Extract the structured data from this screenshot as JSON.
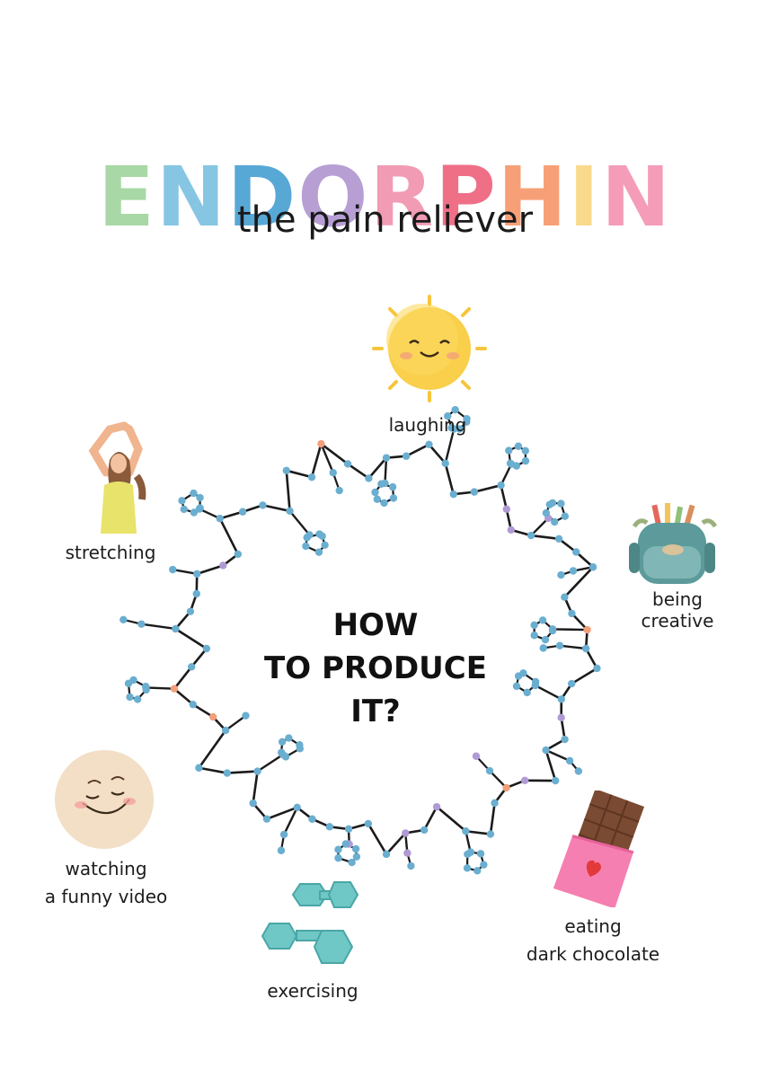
{
  "title": {
    "text": "ENDORPHIN",
    "letter_colors": [
      "#a8d8a5",
      "#86c6e3",
      "#58a8d6",
      "#b79fd4",
      "#f29bb4",
      "#ef6f86",
      "#f7a077",
      "#f9d98b",
      "#f49cb8"
    ]
  },
  "subtitle": "the pain reliever",
  "center": {
    "line1": "HOW",
    "line2": "TO PRODUCE IT?"
  },
  "activities": {
    "laughing": "laughing",
    "stretching": "stretching",
    "being_creative": [
      "being",
      "creative"
    ],
    "watching_video": [
      "watching",
      "a funny video"
    ],
    "exercising": "exercising",
    "eating_chocolate": [
      "eating",
      "dark chocolate"
    ]
  },
  "colors": {
    "atom_carbon": "#6aaed0",
    "atom_oxygen": "#f2a07b",
    "atom_nitrogen": "#b09ad4",
    "bond": "#1b1b1b"
  }
}
